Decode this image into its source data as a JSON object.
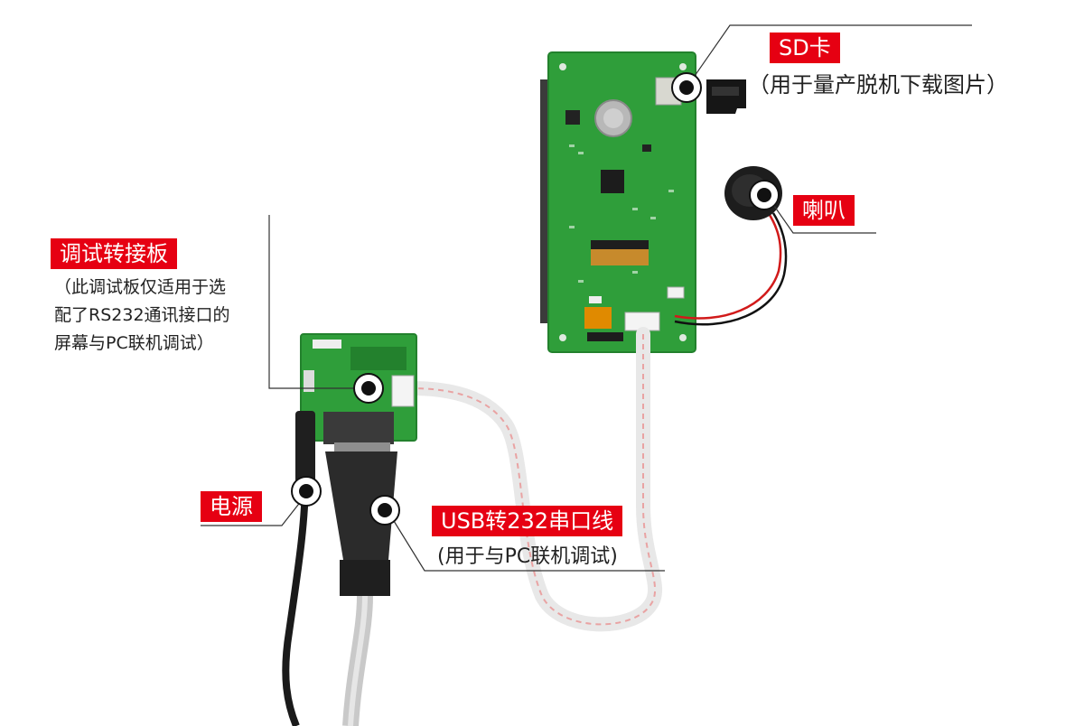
{
  "labels": {
    "sd": {
      "title": "SD卡",
      "desc": "（用于量产脱机下载图片）"
    },
    "speaker": {
      "title": "喇叭"
    },
    "debug_board": {
      "title": "调试转接板",
      "desc_lines": [
        "（此调试板仅适用于选",
        "配了RS232通讯接口的",
        "屏幕与PC联机调试）"
      ]
    },
    "power": {
      "title": "电源"
    },
    "usb_cable": {
      "title": "USB转232串口线",
      "desc": "(用于与PC联机调试)"
    }
  },
  "colors": {
    "label_bg": "#e60012",
    "pcb_green": "#2f9e3a",
    "pcb_dark": "#23812d",
    "leader_line": "#333333"
  }
}
